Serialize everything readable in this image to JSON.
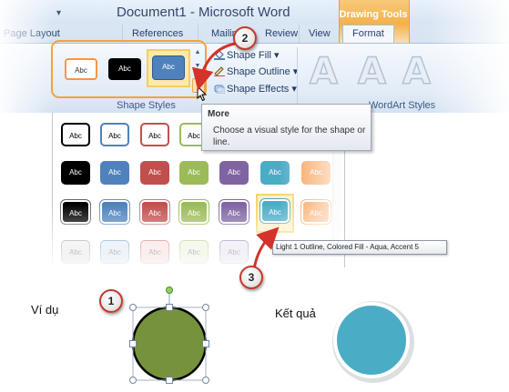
{
  "window": {
    "title": "Document1 - Microsoft Word",
    "context_tab_group": "Drawing Tools"
  },
  "ribbon": {
    "tabs": [
      "Page Layout",
      "References",
      "Mailings",
      "Review",
      "View"
    ],
    "active_tab": "Format",
    "shape_styles_label": "Abc",
    "commands": {
      "shape_fill": "Shape Fill",
      "shape_outline": "Shape Outline",
      "shape_effects": "Shape Effects"
    },
    "wordart_letter": "A",
    "group_shape_styles": "Shape Styles",
    "group_wordart_styles": "WordArt Styles"
  },
  "tooltip_more": {
    "title": "More",
    "body": "Choose a visual style for the shape or line."
  },
  "gallery": {
    "thumb_label": "Abc"
  },
  "tooltip_style": {
    "text": "Light 1 Outline, Colored Fill - Aqua, Accent 5"
  },
  "badges": [
    "1",
    "2",
    "3"
  ],
  "example": {
    "label": "Ví dụ",
    "shape_color": "#76923c"
  },
  "result": {
    "label": "Kết quả",
    "shape_color": "#4bacc6"
  },
  "colors": {
    "accent_orange": "#f79646",
    "accent_blue": "#4f81bd",
    "accent_red": "#c0504d",
    "accent_green": "#9bbb59",
    "accent_purple": "#8064a2",
    "accent_aqua": "#4bacc6",
    "accent_dark": "#000000"
  }
}
